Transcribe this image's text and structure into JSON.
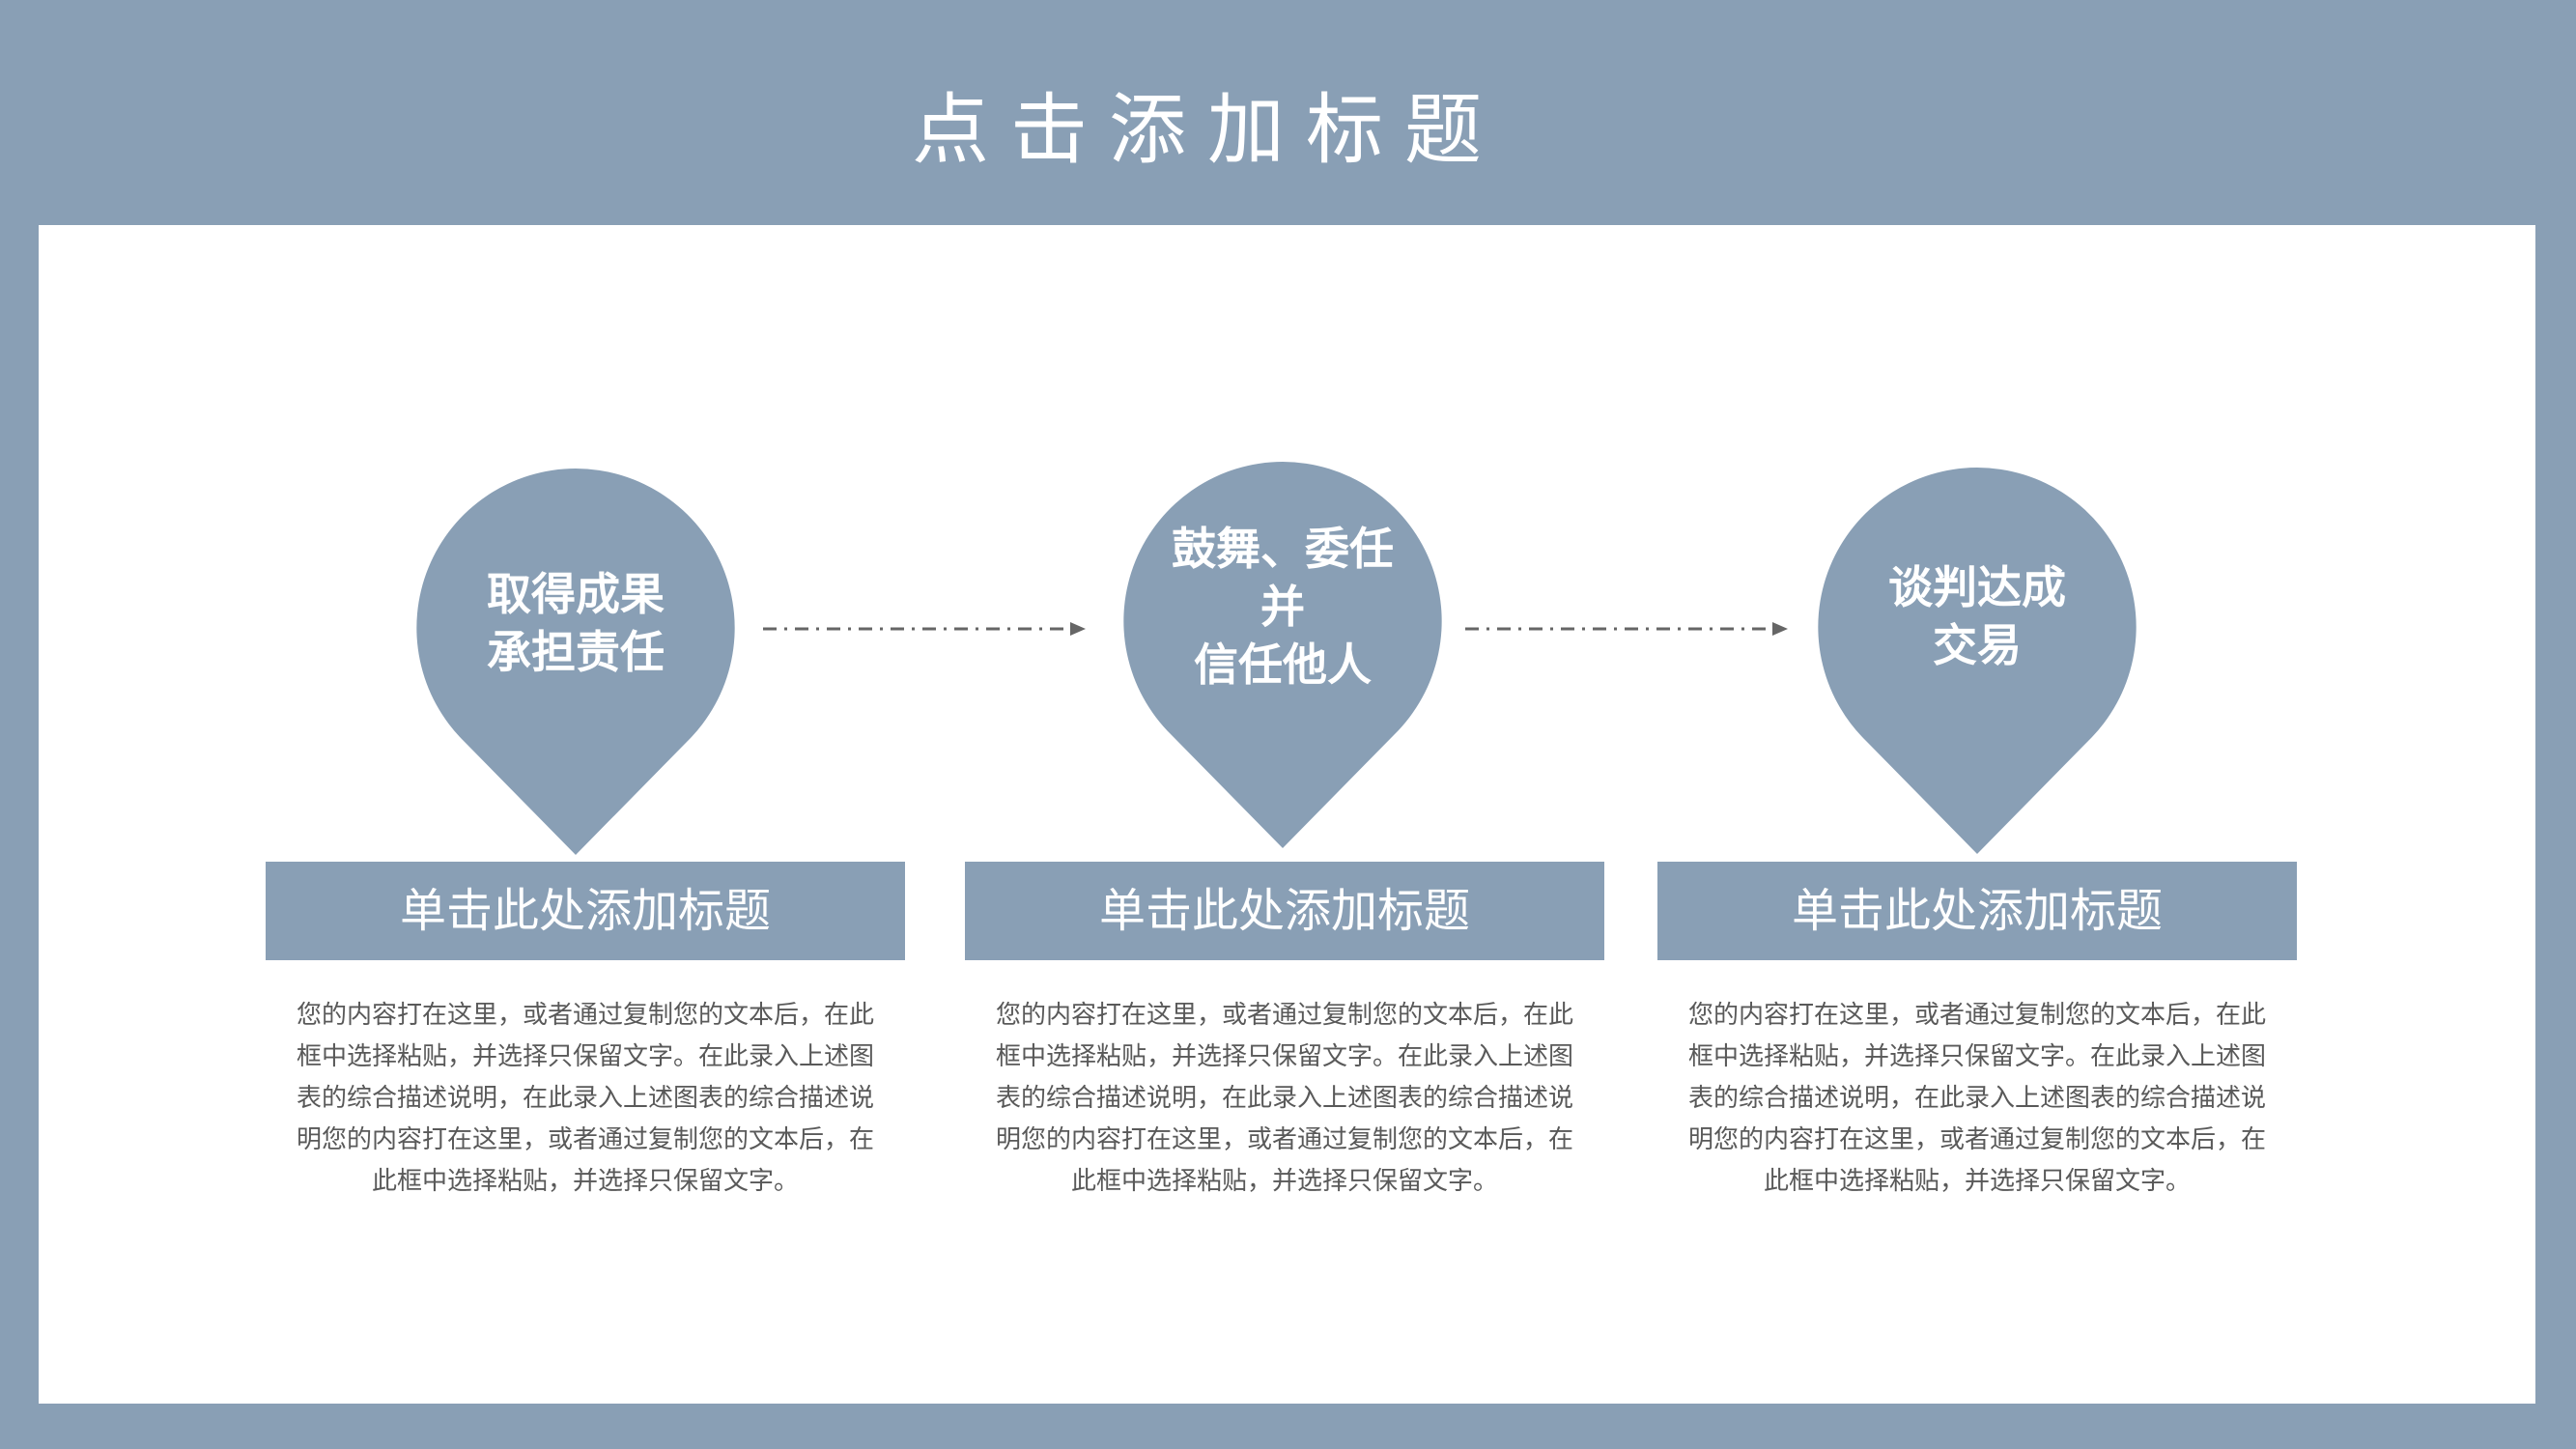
{
  "title": "点击添加标题",
  "colors": {
    "background": "#899fb5",
    "panel": "#ffffff",
    "accent": "#899fb5",
    "text_on_accent": "#ffffff",
    "body_text": "#595959",
    "connector": "#666666"
  },
  "steps": [
    {
      "pin_label": "取得成果\n承担责任",
      "heading": "单击此处添加标题",
      "description": "您的内容打在这里，或者通过复制您的文本后，在此框中选择粘贴，并选择只保留文字。在此录入上述图表的综合描述说明，在此录入上述图表的综合描述说明您的内容打在这里，或者通过复制您的文本后，在此框中选择粘贴，并选择只保留文字。"
    },
    {
      "pin_label": "鼓舞、委任并\n信任他人",
      "heading": "单击此处添加标题",
      "description": "您的内容打在这里，或者通过复制您的文本后，在此框中选择粘贴，并选择只保留文字。在此录入上述图表的综合描述说明，在此录入上述图表的综合描述说明您的内容打在这里，或者通过复制您的文本后，在此框中选择粘贴，并选择只保留文字。"
    },
    {
      "pin_label": "谈判达成\n交易",
      "heading": "单击此处添加标题",
      "description": "您的内容打在这里，或者通过复制您的文本后，在此框中选择粘贴，并选择只保留文字。在此录入上述图表的综合描述说明，在此录入上述图表的综合描述说明您的内容打在这里，或者通过复制您的文本后，在此框中选择粘贴，并选择只保留文字。"
    }
  ],
  "icons": {
    "pin": "map-pin-shape",
    "connector": "dash-dot-arrow"
  }
}
